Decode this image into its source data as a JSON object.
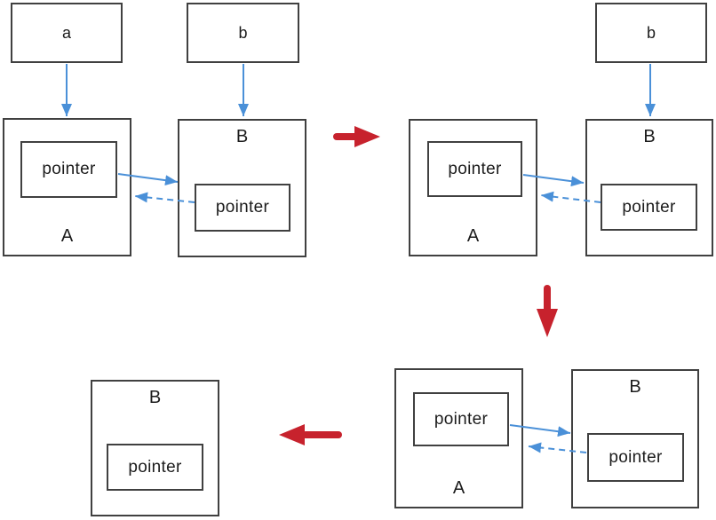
{
  "diagram": {
    "description": "Four-state diagram of two objects A and B holding pointers to each other (solid = strong reference, dashed = weak reference), with stack variables a and b, showing destruction sequence",
    "colors": {
      "reference_arrow_blue": "#4a90d8",
      "transition_arrow_red": "#c7222d",
      "box_border": "#404040",
      "text": "#1c1c1c",
      "background": "#ffffff"
    },
    "icons": {
      "transition_1": "red-arrow-right",
      "transition_2": "red-arrow-down",
      "transition_3": "red-arrow-left"
    },
    "panels": {
      "state1": {
        "var_a": "a",
        "var_b": "b",
        "obj_a_label": "A",
        "obj_b_label": "B",
        "ptr_a": "pointer",
        "ptr_b": "pointer"
      },
      "state2": {
        "var_b": "b",
        "obj_a_label": "A",
        "obj_b_label": "B",
        "ptr_a": "pointer",
        "ptr_b": "pointer"
      },
      "state3": {
        "obj_a_label": "A",
        "obj_b_label": "B",
        "ptr_a": "pointer",
        "ptr_b": "pointer"
      },
      "state4": {
        "obj_b_label": "B",
        "ptr_b": "pointer"
      }
    }
  }
}
